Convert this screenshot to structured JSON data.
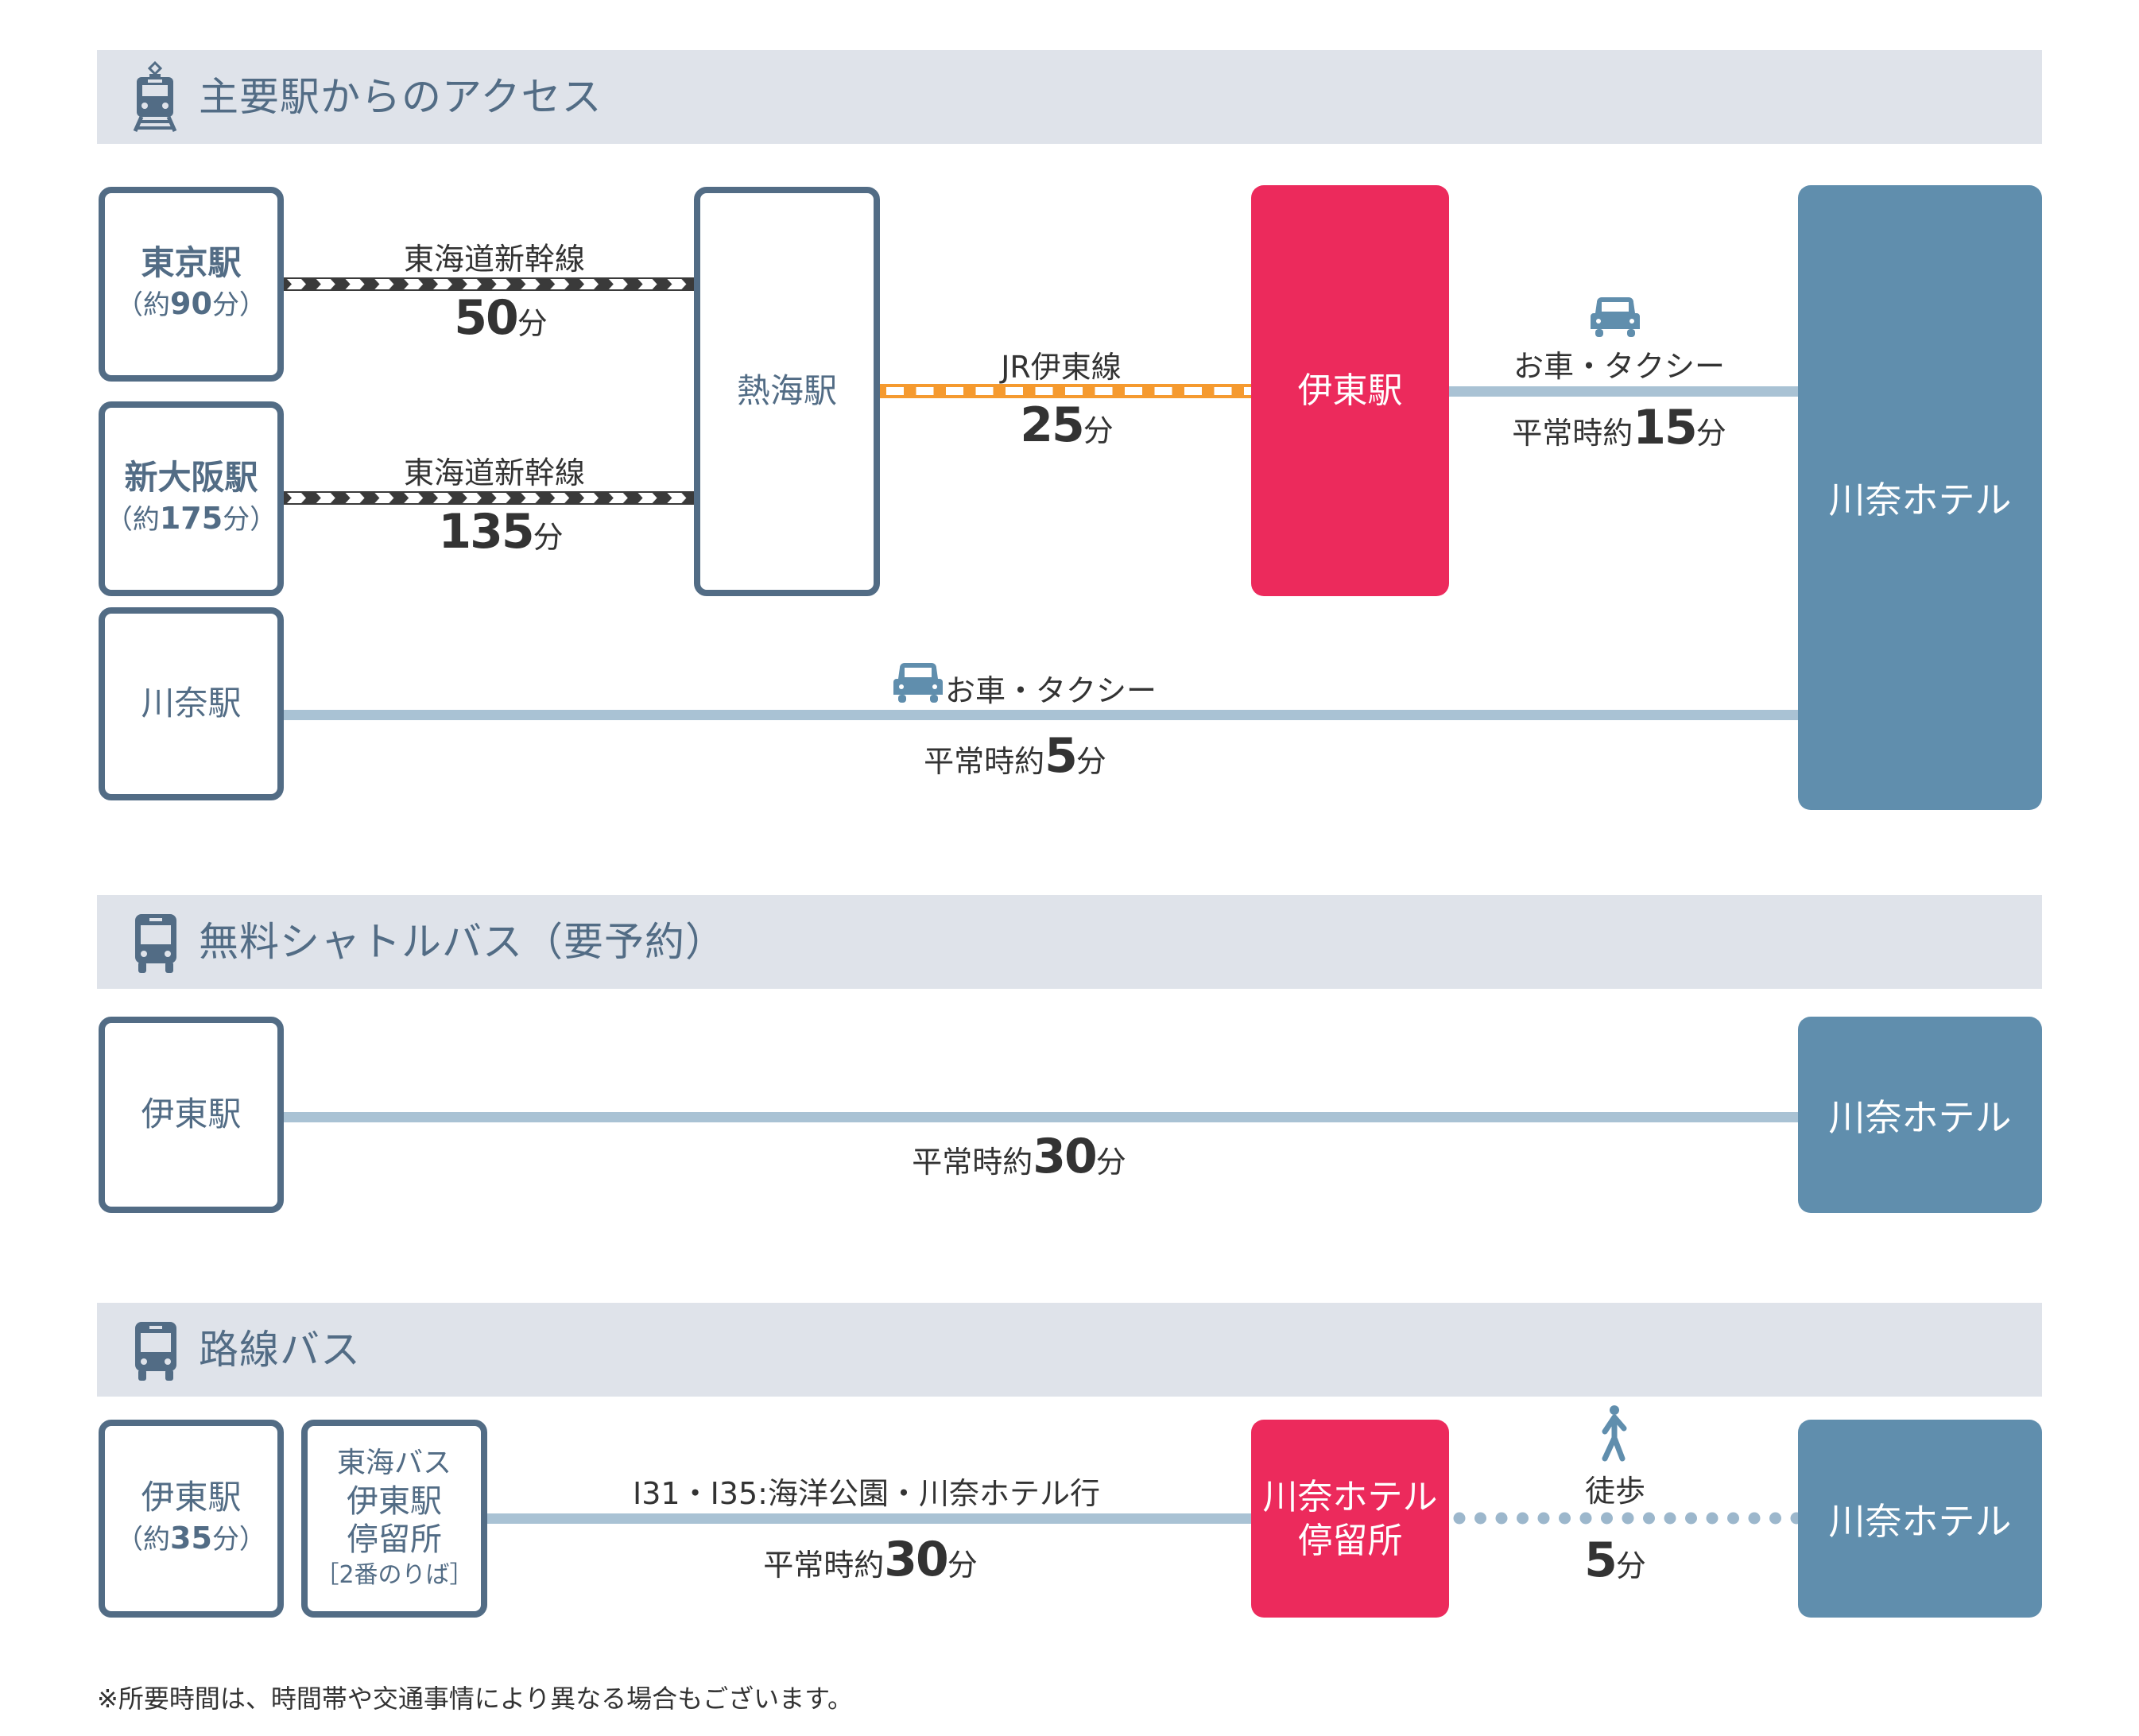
{
  "sections": [
    {
      "title": "主要駅からのアクセス",
      "icon": "train-icon"
    },
    {
      "title": "無料シャトルバス（要予約）",
      "icon": "bus-icon"
    },
    {
      "title": "路線バス",
      "icon": "bus-icon"
    }
  ],
  "main": {
    "tokyo": {
      "name": "東京駅",
      "sub_pre": "（約",
      "sub_num": "90",
      "sub_post": "分）"
    },
    "osaka": {
      "name": "新大阪駅",
      "sub_pre": "（約",
      "sub_num": "175",
      "sub_post": "分）"
    },
    "kawana_st": {
      "name": "川奈駅"
    },
    "atami": {
      "name": "熱海駅"
    },
    "ito": {
      "name": "伊東駅"
    },
    "hotel": {
      "name": "川奈ホテル"
    },
    "tokyo_line": {
      "label": "東海道新幹線",
      "num": "50",
      "unit": "分"
    },
    "osaka_line": {
      "label": "東海道新幹線",
      "num": "135",
      "unit": "分"
    },
    "jr_line": {
      "label": "JR伊東線",
      "num": "25",
      "unit": "分"
    },
    "taxi_ito": {
      "label": "お車・タクシー",
      "prefix": "平常時約",
      "num": "15",
      "unit": "分"
    },
    "taxi_kawana": {
      "label": "お車・タクシー",
      "prefix": "平常時約",
      "num": "5",
      "unit": "分"
    }
  },
  "shuttle": {
    "from": "伊東駅",
    "to": "川奈ホテル",
    "prefix": "平常時約",
    "num": "30",
    "unit": "分"
  },
  "route_bus": {
    "from": {
      "name": "伊東駅",
      "sub_pre": "（約",
      "sub_num": "35",
      "sub_post": "分）"
    },
    "stop": {
      "line1": "東海バス",
      "line2": "伊東駅",
      "line3": "停留所",
      "line4": "［2番のりば］"
    },
    "route_label": "I31・I35:海洋公園・川奈ホテル行",
    "prefix": "平常時約",
    "num": "30",
    "unit": "分",
    "hotel_stop": {
      "line1": "川奈ホテル",
      "line2": "停留所"
    },
    "walk": {
      "label": "徒歩",
      "num": "5",
      "unit": "分"
    },
    "to": "川奈ホテル"
  },
  "footnote": "※所要時間は、時間帯や交通事情により異なる場合もございます。",
  "colors": {
    "navy": "#526c85",
    "pink": "#ec2a5c",
    "hotel_blue": "#608ead",
    "line_blue": "#a9c2d4",
    "jr_orange": "#f59a2f",
    "header_bg": "#dfe3ea"
  }
}
